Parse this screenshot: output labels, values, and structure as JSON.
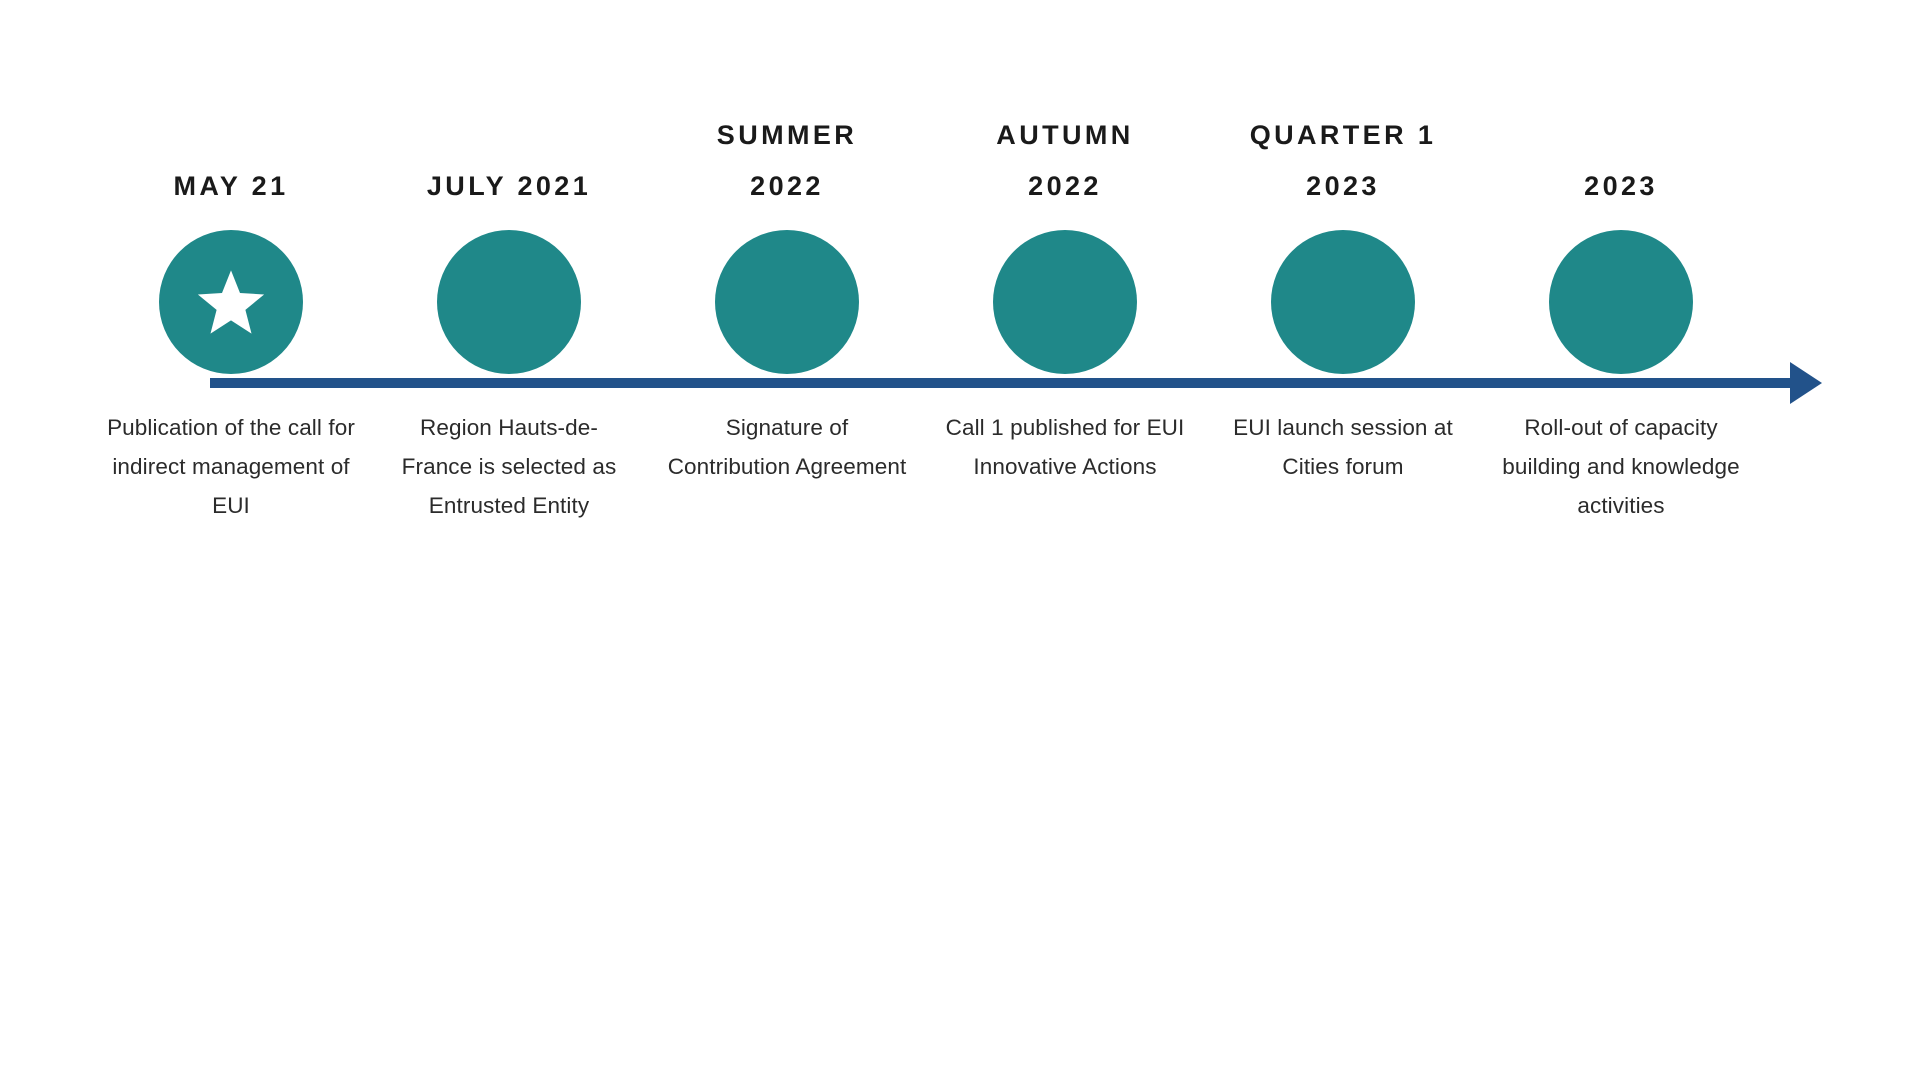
{
  "diagram": {
    "type": "horizontal-timeline",
    "orientation": "left-to-right",
    "milestone_count": 6,
    "colors": {
      "node_fill": "#1F8889",
      "axis_line": "#22528A",
      "arrowhead": "#22528A",
      "header_text": "#1A1A1A",
      "caption_text": "#2B2B2B",
      "background": "#FFFFFF",
      "star_fill": "#FFFFFF"
    },
    "axis": {
      "has_arrowhead": true,
      "arrow_direction": "right"
    },
    "milestones": [
      {
        "header_lines": [
          "MAY 21"
        ],
        "caption": "Publication of the call for indirect management of EUI",
        "icon": "star-icon",
        "has_icon": true
      },
      {
        "header_lines": [
          "JULY 2021"
        ],
        "caption": "Region Hauts-de-France is selected as Entrusted Entity",
        "icon": null,
        "has_icon": false
      },
      {
        "header_lines": [
          "SUMMER",
          "2022"
        ],
        "caption": "Signature of Contribution Agreement",
        "icon": null,
        "has_icon": false
      },
      {
        "header_lines": [
          "AUTUMN",
          "2022"
        ],
        "caption": "Call 1 published for EUI Innovative Actions",
        "icon": null,
        "has_icon": false
      },
      {
        "header_lines": [
          "QUARTER 1",
          "2023"
        ],
        "caption": "EUI launch session at Cities forum",
        "icon": null,
        "has_icon": false
      },
      {
        "header_lines": [
          "2023"
        ],
        "caption": "Roll-out of capacity building and knowledge activities",
        "icon": null,
        "has_icon": false
      }
    ]
  }
}
